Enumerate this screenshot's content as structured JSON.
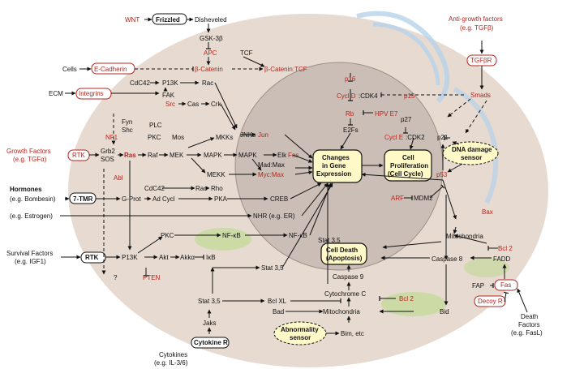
{
  "labels": {
    "wnt": "WNT",
    "frizzled": "Frizzled",
    "disheveled": "Disheveled",
    "gsk3b": "GSK-3β",
    "apc": "APC",
    "cells": "Cells",
    "ecadherin": "E-Cadherin",
    "bcatenin": "β-Catenin",
    "tcf_top": "TCF",
    "bcatenin_tcf": "β-Catenin:TCF",
    "ecm": "ECM",
    "integrins": "Integrins",
    "cdc42_top": "CdC42",
    "pi3k_top": "P13K",
    "rac_top": "Rac",
    "fak": "FAK",
    "src": "Src",
    "cas": "Cas",
    "crk": "Crk",
    "fyn": "Fyn",
    "shc": "Shc",
    "nf1": "NF1",
    "plc": "PLC",
    "pkc_mid": "PKC",
    "mos": "Mos",
    "mkks": "MKKs",
    "jnks": "JNKs",
    "jun": "Jun",
    "growth_factors": "Growth Factors",
    "growth_factors_eg": "(e.g. TGFα)",
    "rtk_top": "RTK",
    "grb2": "Grb2",
    "sos": "SOS",
    "ras": "Ras",
    "raf": "Raf",
    "mek": "MEK",
    "mapk_a": "MAPK",
    "mapk_b": "MAPK",
    "elk": "Elk",
    "fos": "Fos",
    "mad_max": "Mad:Max",
    "myc_max": "Myc:Max",
    "mekk": "MEKK",
    "abl": "Abl",
    "cdc42_mid": "CdC42",
    "rac_mid": "Rac",
    "rho": "Rho",
    "hormones": "Hormones",
    "hormones_eg": "(e.g. Bombesin)",
    "seven_tmr": "7-TMR",
    "gprot": "G-Prot",
    "adcycl": "Ad Cycl",
    "pka": "PKA",
    "creb": "CREB",
    "estrogen": "(e.g. Estrogen)",
    "nhr": "NHR (e.g. ER)",
    "survival": "Survival Factors",
    "survival_eg": "(e.g. IGF1)",
    "rtk_bot": "RTK",
    "question": "?",
    "pi3k_bot": "P13K",
    "pkc_bot": "PKC",
    "nfkb_a": "NF-κB",
    "nfkb_b": "NF-κB",
    "akt": "Akt",
    "akka": "Akkα",
    "ikb": "IκB",
    "pten": "PTEN",
    "stat35_a": "Stat 3,5",
    "stat35_b": "Stat 3,5",
    "stat35_c": "Stat 3,5",
    "bclxl": "Bcl XL",
    "bad": "Bad",
    "jaks": "Jaks",
    "cytokine_r": "Cytokine R",
    "cytokines": "Cytokines",
    "cytokines_eg": "(e.g. IL-3/6)",
    "changes": [
      "Changes",
      "in Gene",
      "Expression"
    ],
    "proliferation": [
      "Cell",
      "Proliferation",
      "(Cell Cycle)"
    ],
    "death": [
      "Cell Death",
      "(Apoptosis)"
    ],
    "p16": "p16",
    "cycd_cdk4": "Cycl D:CDK4",
    "cycd": "Cycl D",
    "cdk4": ":CDK4",
    "p15": "p15",
    "rb": "Rb",
    "hpv": "HPV E7",
    "e2fs": "E2Fs",
    "p27": "p27",
    "cyce": "Cycl E",
    "cdk2": ":CDK2",
    "p21": "p21",
    "antigrowth": "Anti-growth factors",
    "antigrowth_eg": "(e.g. TGFβ)",
    "tgfbr": "TGFβR",
    "smads": "Smads",
    "dna_damage": [
      "DNA damage",
      "sensor"
    ],
    "p53": "p53",
    "arf": "ARF",
    "mdm2": "MDM2",
    "bax": "Bax",
    "mito_a": "Mitochondria",
    "mito_b": "Mitochondria",
    "bcl2_a": "Bcl 2",
    "bcl2_b": "Bcl 2",
    "caspase8": "Caspase 8",
    "caspase9": "Caspase 9",
    "cytc": "Cytochrome C",
    "fadd": "FADD",
    "fap": "FAP",
    "fas": "Fas",
    "decoy": "Decoy R",
    "death_factors": [
      "Death",
      "Factors",
      "(e.g. FasL)"
    ],
    "bid": "Bid",
    "abnormality": [
      "Abnormality",
      "sensor"
    ],
    "bim": "Bim, etc"
  },
  "colors": {
    "cell_fill": "#e7dad0",
    "nucleus_fill": "#c4b8b2",
    "red_text": "#b3261e",
    "highlight_box": "#fff9c8",
    "er_blue": "#b7d2ea",
    "mito_green": "#c5d99b"
  }
}
